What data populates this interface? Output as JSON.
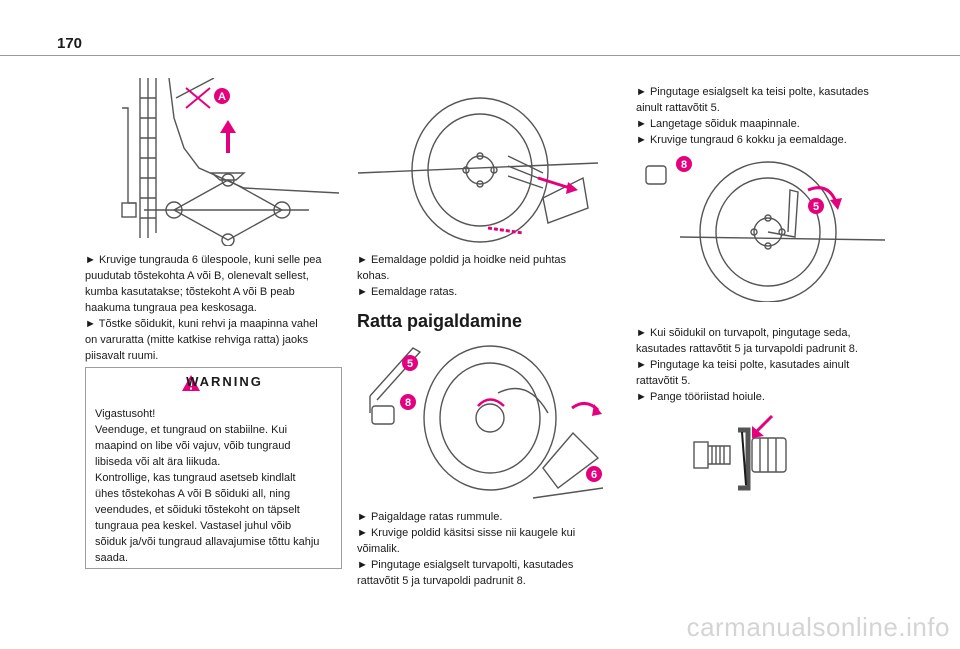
{
  "page": {
    "number": "170",
    "watermark": "carmanualsonline.info"
  },
  "col1": {
    "lines": [
      "► Kruvige tungrauda 6 ülespoole, kuni selle pea",
      "puudutab tõstekohta A või B, olenevalt sellest,",
      "kumba kasutatakse; tõstekoht A või B peab",
      "haakuma tungraua pea keskosaga.",
      "► Tõstke sõidukit, kuni rehvi ja maapinna vahel",
      "on varuratta (mitte katkise rehviga ratta) jaoks",
      "piisavalt ruumi."
    ],
    "fig_label": "A"
  },
  "warning": {
    "title": "WARNING",
    "lines": [
      "Vigastusoht!",
      "Veenduge, et tungraud on stabiilne. Kui",
      "maapind on libe või vajuv, võib tungraud",
      "libiseda või alt ära liikuda.",
      "Kontrollige, kas tungraud asetseb kindlalt",
      "ühes tõstekohas A või B sõiduki all, ning",
      "veendudes, et sõiduki tõstekoht on täpselt",
      "tungraua pea keskel. Vastasel juhul võib",
      "sõiduk ja/või tungraud allavajumise tõttu kahju",
      "saada."
    ]
  },
  "col2": {
    "top_lines": [
      "► Eemaldage poldid ja hoidke neid puhtas",
      "kohas.",
      "► Eemaldage ratas."
    ],
    "section_title": "Ratta paigaldamine",
    "fig_labels": [
      "5",
      "8",
      "6"
    ],
    "bottom_lines": [
      "► Paigaldage ratas rummule.",
      "► Kruvige poldid käsitsi sisse nii kaugele kui",
      "võimalik.",
      "► Pingutage esialgselt turvapolti, kasutades",
      "rattavõtit 5 ja turvapoldi padrunit 8."
    ]
  },
  "col3": {
    "top_lines": [
      "► Pingutage esialgselt ka teisi polte, kasutades",
      "ainult rattavõtit 5.",
      "► Langetage sõiduk maapinnale.",
      "► Kruvige tungraud 6 kokku ja eemaldage."
    ],
    "fig_labels": [
      "8",
      "5"
    ],
    "bottom_lines": [
      "► Kui sõidukil on turvapolt, pingutage seda,",
      "kasutades rattavõtit 5 ja turvapoldi padrunit 8.",
      "► Pingutage ka teisi polte, kasutades ainult",
      "rattavõtit 5.",
      "► Pange tööriistad hoiule."
    ]
  },
  "colors": {
    "badge": "#e5007e",
    "arrow": "#e5007e",
    "line": "#555555"
  }
}
